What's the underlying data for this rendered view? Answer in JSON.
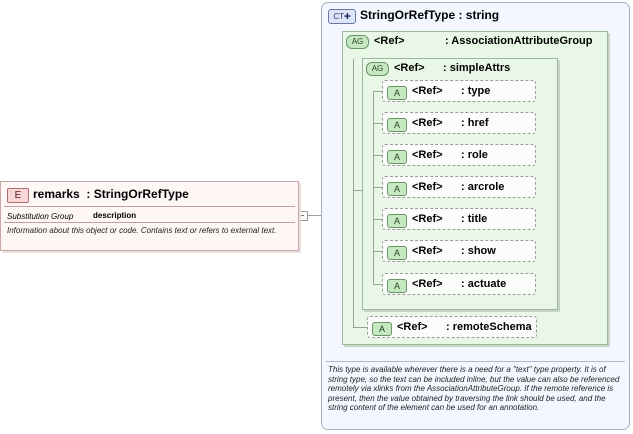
{
  "element": {
    "badge": "E",
    "name": "remarks",
    "type": ": StringOrRefType",
    "substitution_label": "Substitution Group",
    "substitution_value": "description",
    "documentation": "Information about this object or code. Contains text or refers to external text."
  },
  "complex_type": {
    "badge": "CT",
    "title": "StringOrRefType : string",
    "documentation": "This type is available wherever there is a need for a \"text\" type property. It is of string type, so the text can be included inline, but the value can also be referenced remotely via xlinks from the AssociationAttributeGroup. If the remote reference is present, then the value obtained by traversing the link should be used, and the string content of the element can be used for an annotation."
  },
  "outer_group": {
    "badge": "AG",
    "ref": "<Ref>",
    "name": ": AssociationAttributeGroup"
  },
  "inner_group": {
    "badge": "AG",
    "ref": "<Ref>",
    "name": ": simpleAttrs"
  },
  "attributes": [
    {
      "badge": "A",
      "ref": "<Ref>",
      "name": ": type"
    },
    {
      "badge": "A",
      "ref": "<Ref>",
      "name": ": href"
    },
    {
      "badge": "A",
      "ref": "<Ref>",
      "name": ": role"
    },
    {
      "badge": "A",
      "ref": "<Ref>",
      "name": ": arcrole"
    },
    {
      "badge": "A",
      "ref": "<Ref>",
      "name": ": title"
    },
    {
      "badge": "A",
      "ref": "<Ref>",
      "name": ": show"
    },
    {
      "badge": "A",
      "ref": "<Ref>",
      "name": ": actuate"
    }
  ],
  "remote_schema": {
    "badge": "A",
    "ref": "<Ref>",
    "name": ": remoteSchema"
  }
}
